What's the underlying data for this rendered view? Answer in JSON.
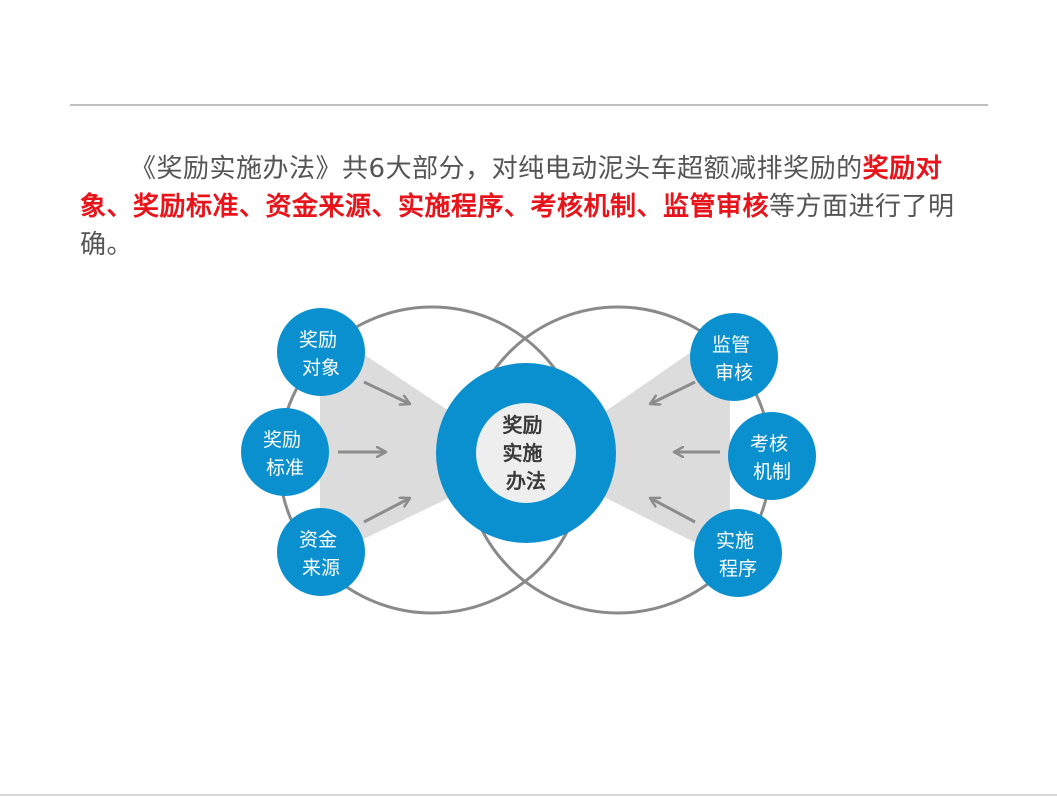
{
  "intro": {
    "lead": "《奖励实施办法》共",
    "count": "6",
    "mid": "大部分，对纯电动泥头车超额减排奖励的",
    "highlight": "奖励对象、奖励标准、资金来源、实施程序、考核机制、监管审核",
    "tail": "等方面进行了明确。"
  },
  "diagram": {
    "center": {
      "lines": [
        "奖励",
        "实施",
        "办法"
      ]
    },
    "left_nodes": [
      {
        "lines": [
          "奖励",
          "对象"
        ]
      },
      {
        "lines": [
          "奖励",
          "标准"
        ]
      },
      {
        "lines": [
          "资金",
          "来源"
        ]
      }
    ],
    "right_nodes": [
      {
        "lines": [
          "监管",
          "审核"
        ]
      },
      {
        "lines": [
          "考核",
          "机制"
        ]
      },
      {
        "lines": [
          "实施",
          "程序"
        ]
      }
    ],
    "colors": {
      "node_blue": "#0a90cf",
      "ring_gray": "#8a8a8a",
      "band_gray": "#dcdcdc",
      "arrow_gray": "#8c8c8c",
      "center_fill": "#eeeeee",
      "highlight_red": "#e8141b"
    }
  }
}
